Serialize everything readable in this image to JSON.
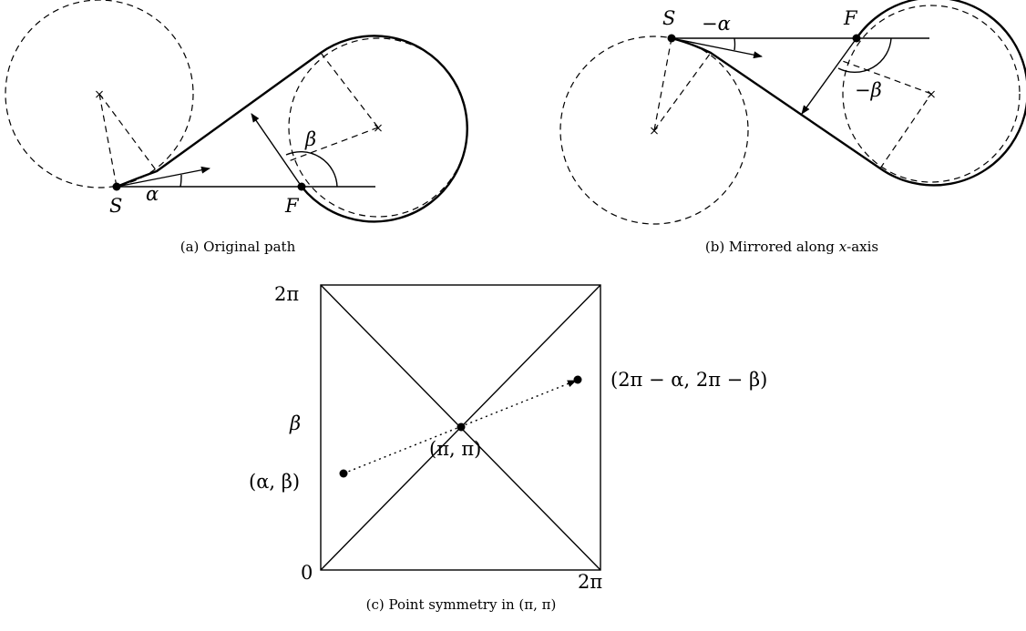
{
  "panel_a": {
    "start_label": "S",
    "finish_label": "F",
    "alpha_label": "α",
    "beta_label": "β",
    "caption": "(a) Original path"
  },
  "panel_b": {
    "start_label": "S",
    "finish_label": "F",
    "alpha_label": "−α",
    "beta_label": "−β",
    "caption_prefix": "(b) Mirrored along ",
    "caption_var": "x",
    "caption_suffix": "-axis"
  },
  "panel_c": {
    "y_max_label": "2π",
    "y_beta_label": "β",
    "origin_label": "0",
    "x_max_label": "2π",
    "point_label": "(α, β)",
    "center_label": "(π, π)",
    "mirror_label": "(2π − α, 2π − β)",
    "caption": "(c) Point symmetry in (π, π)"
  }
}
